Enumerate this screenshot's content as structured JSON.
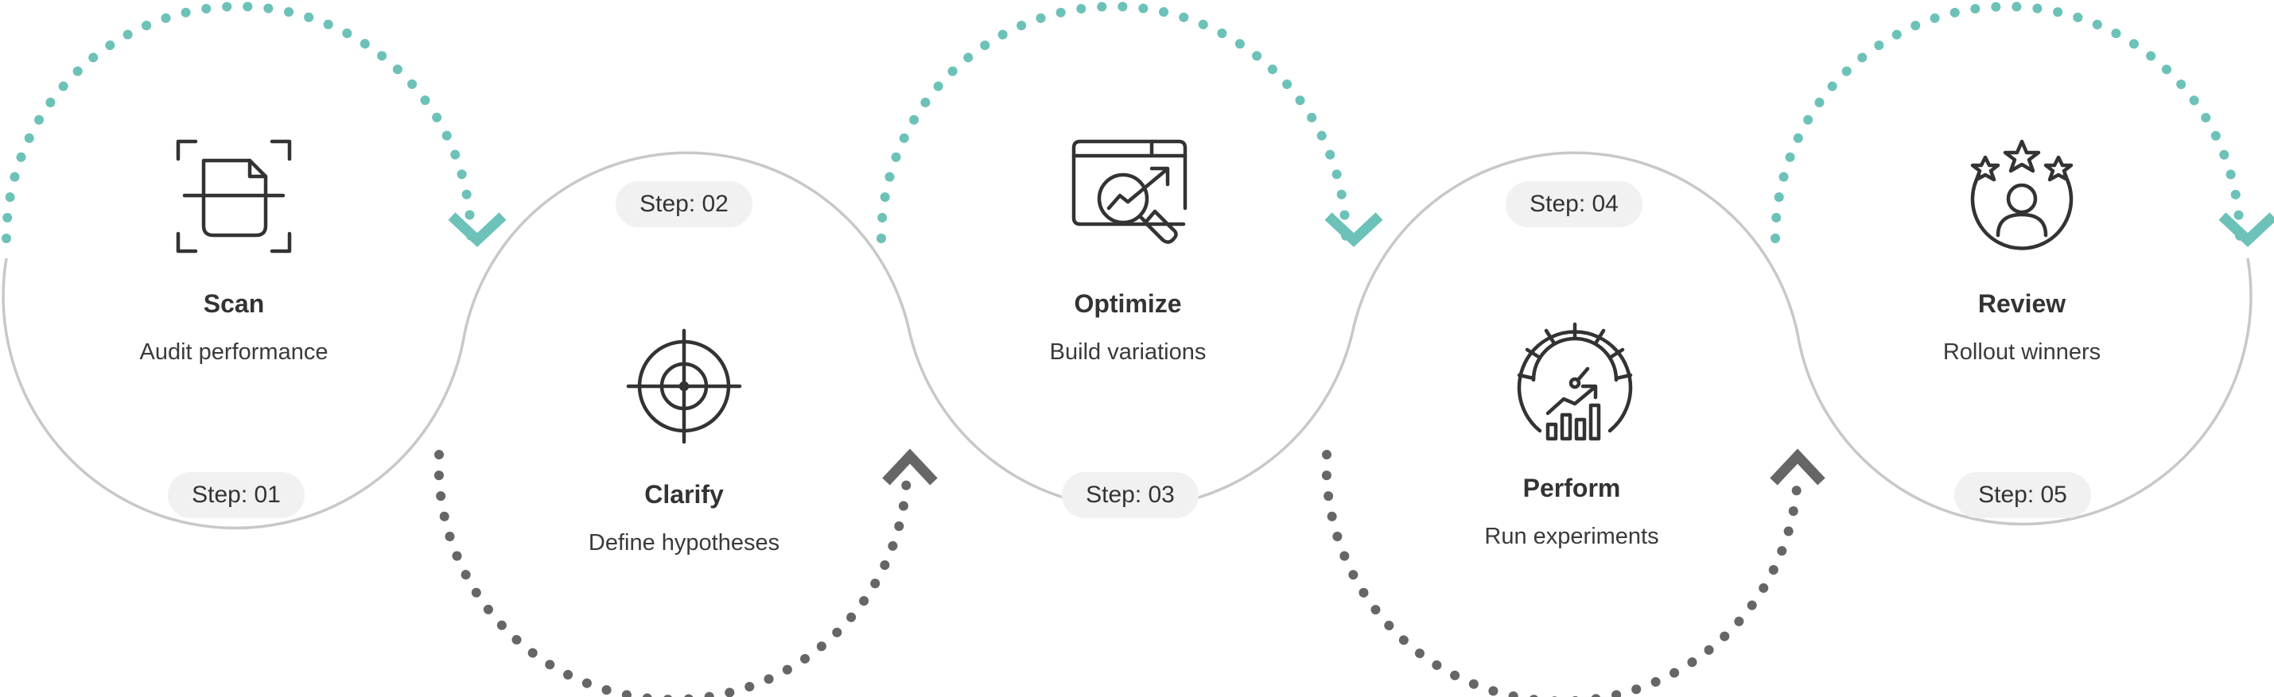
{
  "steps": [
    {
      "badge": "Step: 01",
      "title": "Scan",
      "subtitle": "Audit performance",
      "icon": "document-scan-icon"
    },
    {
      "badge": "Step: 02",
      "title": "Clarify",
      "subtitle": "Define hypotheses",
      "icon": "crosshair-target-icon"
    },
    {
      "badge": "Step: 03",
      "title": "Optimize",
      "subtitle": "Build variations",
      "icon": "browser-analytics-search-icon"
    },
    {
      "badge": "Step: 04",
      "title": "Perform",
      "subtitle": "Run experiments",
      "icon": "speedometer-chart-icon"
    },
    {
      "badge": "Step: 05",
      "title": "Review",
      "subtitle": "Rollout winners",
      "icon": "user-rating-stars-icon"
    }
  ],
  "colors": {
    "teal_dots": "#6cc2b8",
    "gray_dots": "#666666",
    "wave_line": "#c8c8c8",
    "icon_stroke": "#333333",
    "badge_bg": "#f1f1f1",
    "text": "#333333"
  }
}
